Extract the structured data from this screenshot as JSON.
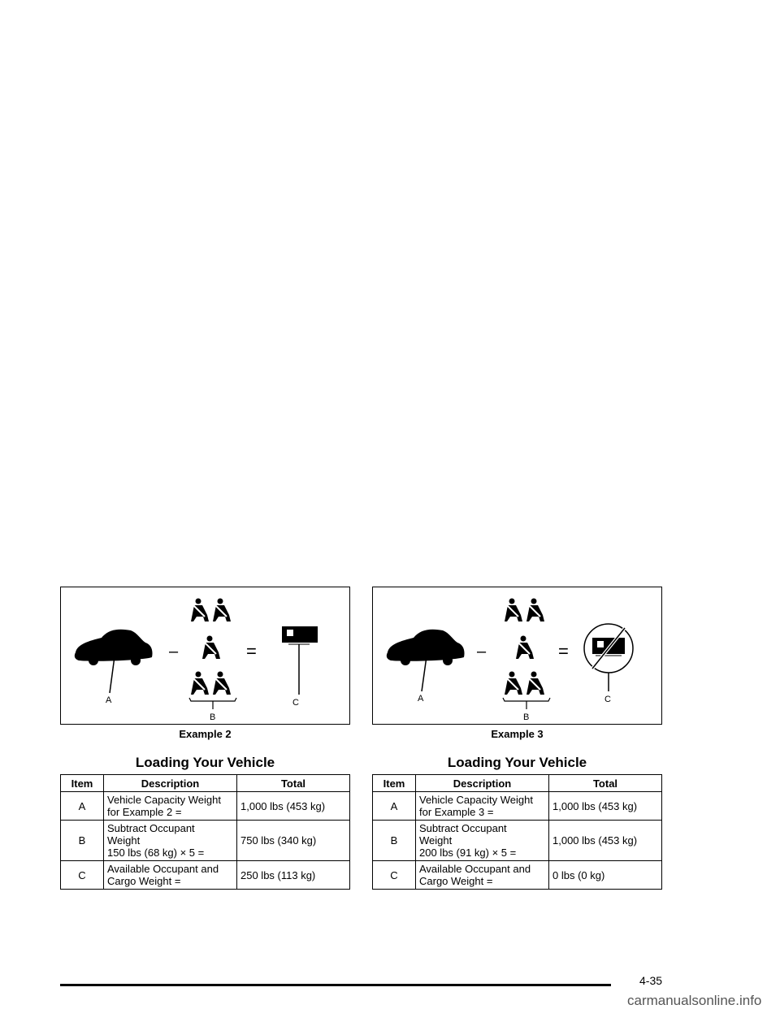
{
  "left": {
    "caption": "Example 2",
    "figure_labels": {
      "a": "A",
      "b": "B",
      "c": "C",
      "minus": "–",
      "equals": "="
    },
    "table_title": "Loading Your Vehicle",
    "headers": {
      "item": "Item",
      "description": "Description",
      "total": "Total"
    },
    "rows": [
      {
        "item": "A",
        "desc": [
          "Vehicle Capacity Weight",
          "for Example 2 ="
        ],
        "total": "1,000 lbs (453 kg)"
      },
      {
        "item": "B",
        "desc": [
          "Subtract Occupant",
          "Weight",
          "150 lbs (68  kg) × 5 ="
        ],
        "total": "750 lbs (340 kg)"
      },
      {
        "item": "C",
        "desc": [
          "Available Occupant and",
          "Cargo Weight ="
        ],
        "total": "250 lbs (113 kg)"
      }
    ]
  },
  "right": {
    "caption": "Example 3",
    "figure_labels": {
      "a": "A",
      "b": "B",
      "c": "C",
      "minus": "–",
      "equals": "="
    },
    "table_title": "Loading Your Vehicle",
    "headers": {
      "item": "Item",
      "description": "Description",
      "total": "Total"
    },
    "rows": [
      {
        "item": "A",
        "desc": [
          "Vehicle Capacity Weight",
          "for Example 3 ="
        ],
        "total": "1,000 lbs (453 kg)"
      },
      {
        "item": "B",
        "desc": [
          "Subtract Occupant",
          "Weight",
          "200 lbs (91  kg) × 5 ="
        ],
        "total": "1,000 lbs (453 kg)"
      },
      {
        "item": "C",
        "desc": [
          "Available Occupant and",
          "Cargo Weight ="
        ],
        "total": "0 lbs (0 kg)"
      }
    ]
  },
  "footer": {
    "page_number": "4-35",
    "watermark": "carmanualsonline.info"
  }
}
